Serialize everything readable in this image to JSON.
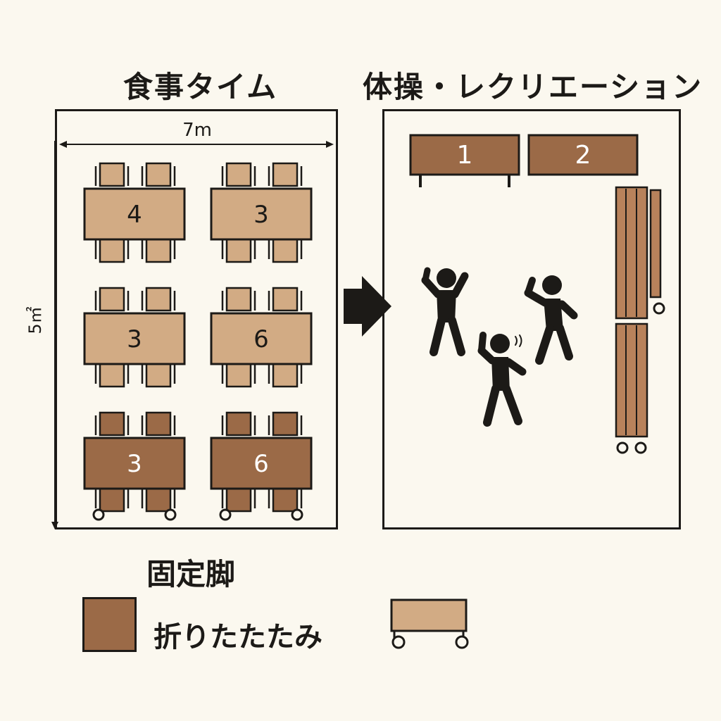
{
  "titles": {
    "left": "食事タイム",
    "right": "体操・レクリエーション"
  },
  "dimensions": {
    "width": "7m",
    "height": "5㎡"
  },
  "dining_tables": [
    {
      "number": "4",
      "type": "fixed"
    },
    {
      "number": "3",
      "type": "fixed"
    },
    {
      "number": "3",
      "type": "fixed"
    },
    {
      "number": "6",
      "type": "fixed"
    },
    {
      "number": "3",
      "type": "folding"
    },
    {
      "number": "6",
      "type": "folding"
    }
  ],
  "stored_tables": [
    {
      "number": "1"
    },
    {
      "number": "2"
    }
  ],
  "legend": {
    "title": "固定脚",
    "folding_label": "折りたたたみ"
  },
  "colors": {
    "fixed_table": "#d2ab84",
    "folding_table": "#9b6a47",
    "outline": "#1c1a17",
    "background": "#fbf8ef"
  }
}
